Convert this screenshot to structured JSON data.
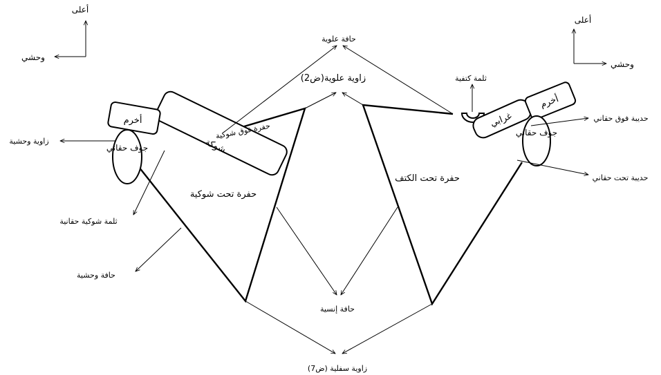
{
  "orientation_left": {
    "up": "أعلى",
    "lateral": "وحشي"
  },
  "orientation_right": {
    "up": "أعلى",
    "lateral": "وحشي"
  },
  "labels": {
    "superior_border": "حافة علوية",
    "superior_angle": "زاوية علوية(ض2)",
    "suprascapular_notch": "ثلمة كتفية",
    "acromion": "أخرم",
    "coracoid": "غرابي",
    "supraglenoid_tubercle": "حديبة فوق حقاني",
    "glenoid_cavity": "جوف حقاني",
    "infraglenoid_tubercle": "حديبة تحت حقاني",
    "subscapular_fossa": "حفرة تحت الكتف",
    "lateral_angle": "زاوية وحشية",
    "supraspinous_fossa": "حفرة فوق شوكية",
    "spine": "شوكة",
    "infraspinous_fossa": "حفرة تحت شوكية",
    "spinoglenoid_notch": "ثلمة شوكية حقانية",
    "lateral_border": "حافة وحشية",
    "medial_border": "حافة إنسية",
    "inferior_angle": "زاوية سفلية (ض7)"
  }
}
